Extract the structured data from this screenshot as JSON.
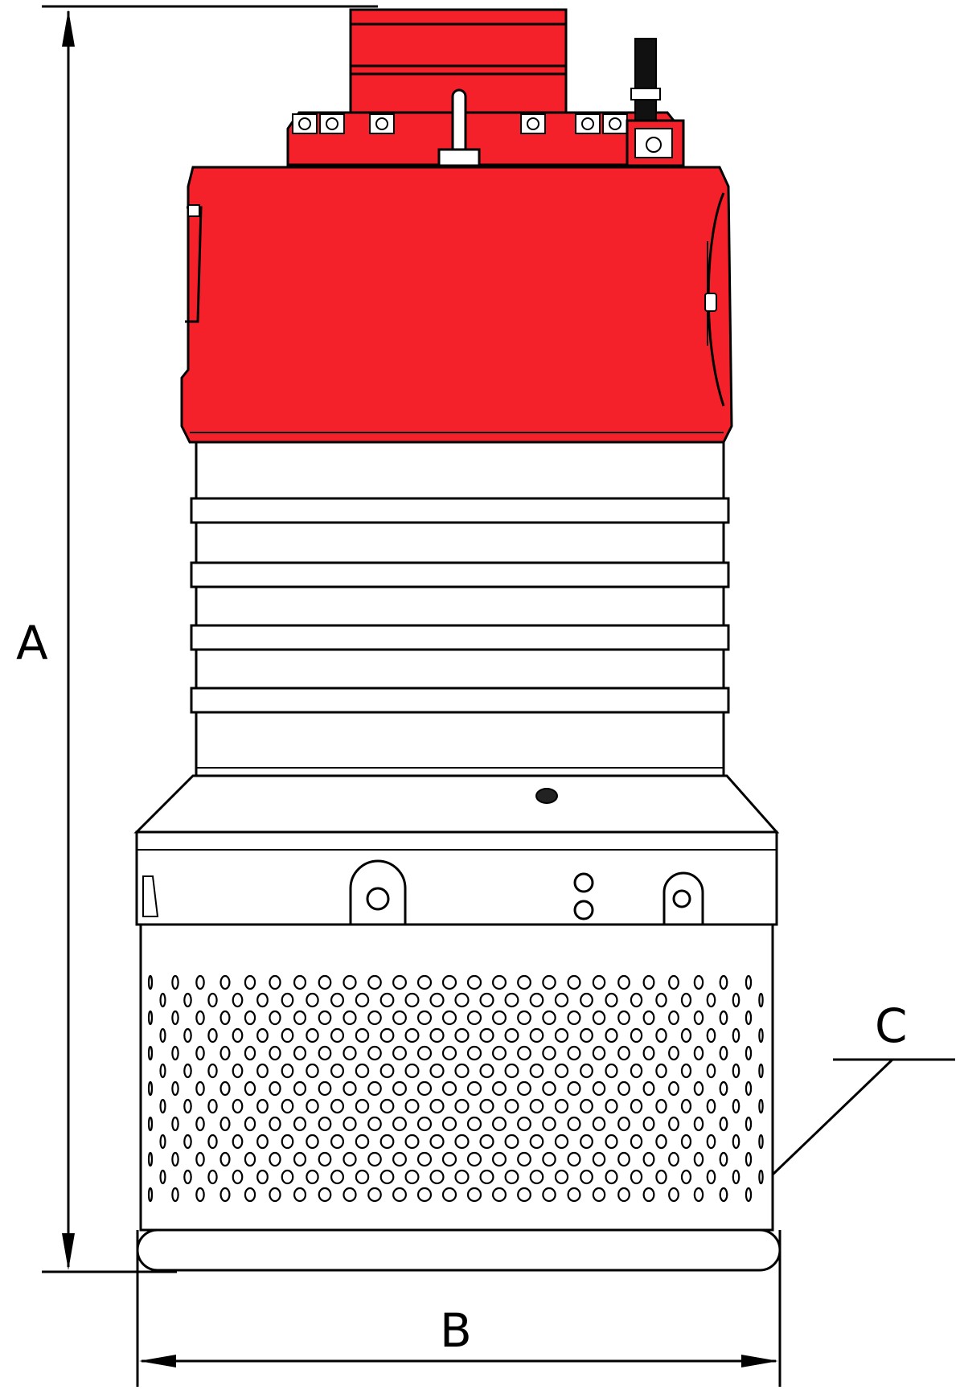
{
  "labels": {
    "a": "A",
    "b": "B",
    "c": "C"
  },
  "colors": {
    "pump_red": "#f5212a",
    "outline": "#000000",
    "background": "#ffffff"
  }
}
